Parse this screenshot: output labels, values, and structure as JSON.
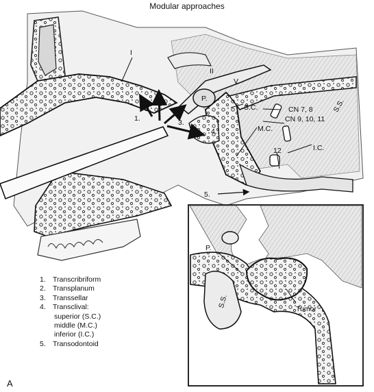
{
  "figure": {
    "title": "Modular approaches",
    "panel_letter": "A"
  },
  "labels": {
    "olfactory": "I",
    "optic": "II",
    "trigeminal": "V",
    "pituitary": "P.",
    "superior_clivus": "S.C.",
    "middle_clivus": "M.C.",
    "inferior_clivus": "I.C.",
    "cn_7_8": "CN 7, 8",
    "cn_9_10_11": "CN 9, 10, 11",
    "cn_12": "12",
    "sigmoid_sinus": "S.S.",
    "route_1": "1.",
    "route_2": "2.",
    "route_3": "3.",
    "route_4": "4.",
    "route_5": "5."
  },
  "inset_labels": {
    "pituitary": "P.",
    "sphenoid_sinus": "S.S.",
    "tumor": "Tumor"
  },
  "legend": {
    "item_1": {
      "num": "1.",
      "text": "Transcribriform"
    },
    "item_2": {
      "num": "2.",
      "text": "Transplanum"
    },
    "item_3": {
      "num": "3.",
      "text": "Transsellar"
    },
    "item_4": {
      "num": "4.",
      "text": "Transclival:"
    },
    "sub_superior": "superior (S.C.)",
    "sub_middle": "middle (M.C.)",
    "sub_inferior": "inferior (I.C.)",
    "item_5": {
      "num": "5.",
      "text": "Transodontoid"
    }
  }
}
